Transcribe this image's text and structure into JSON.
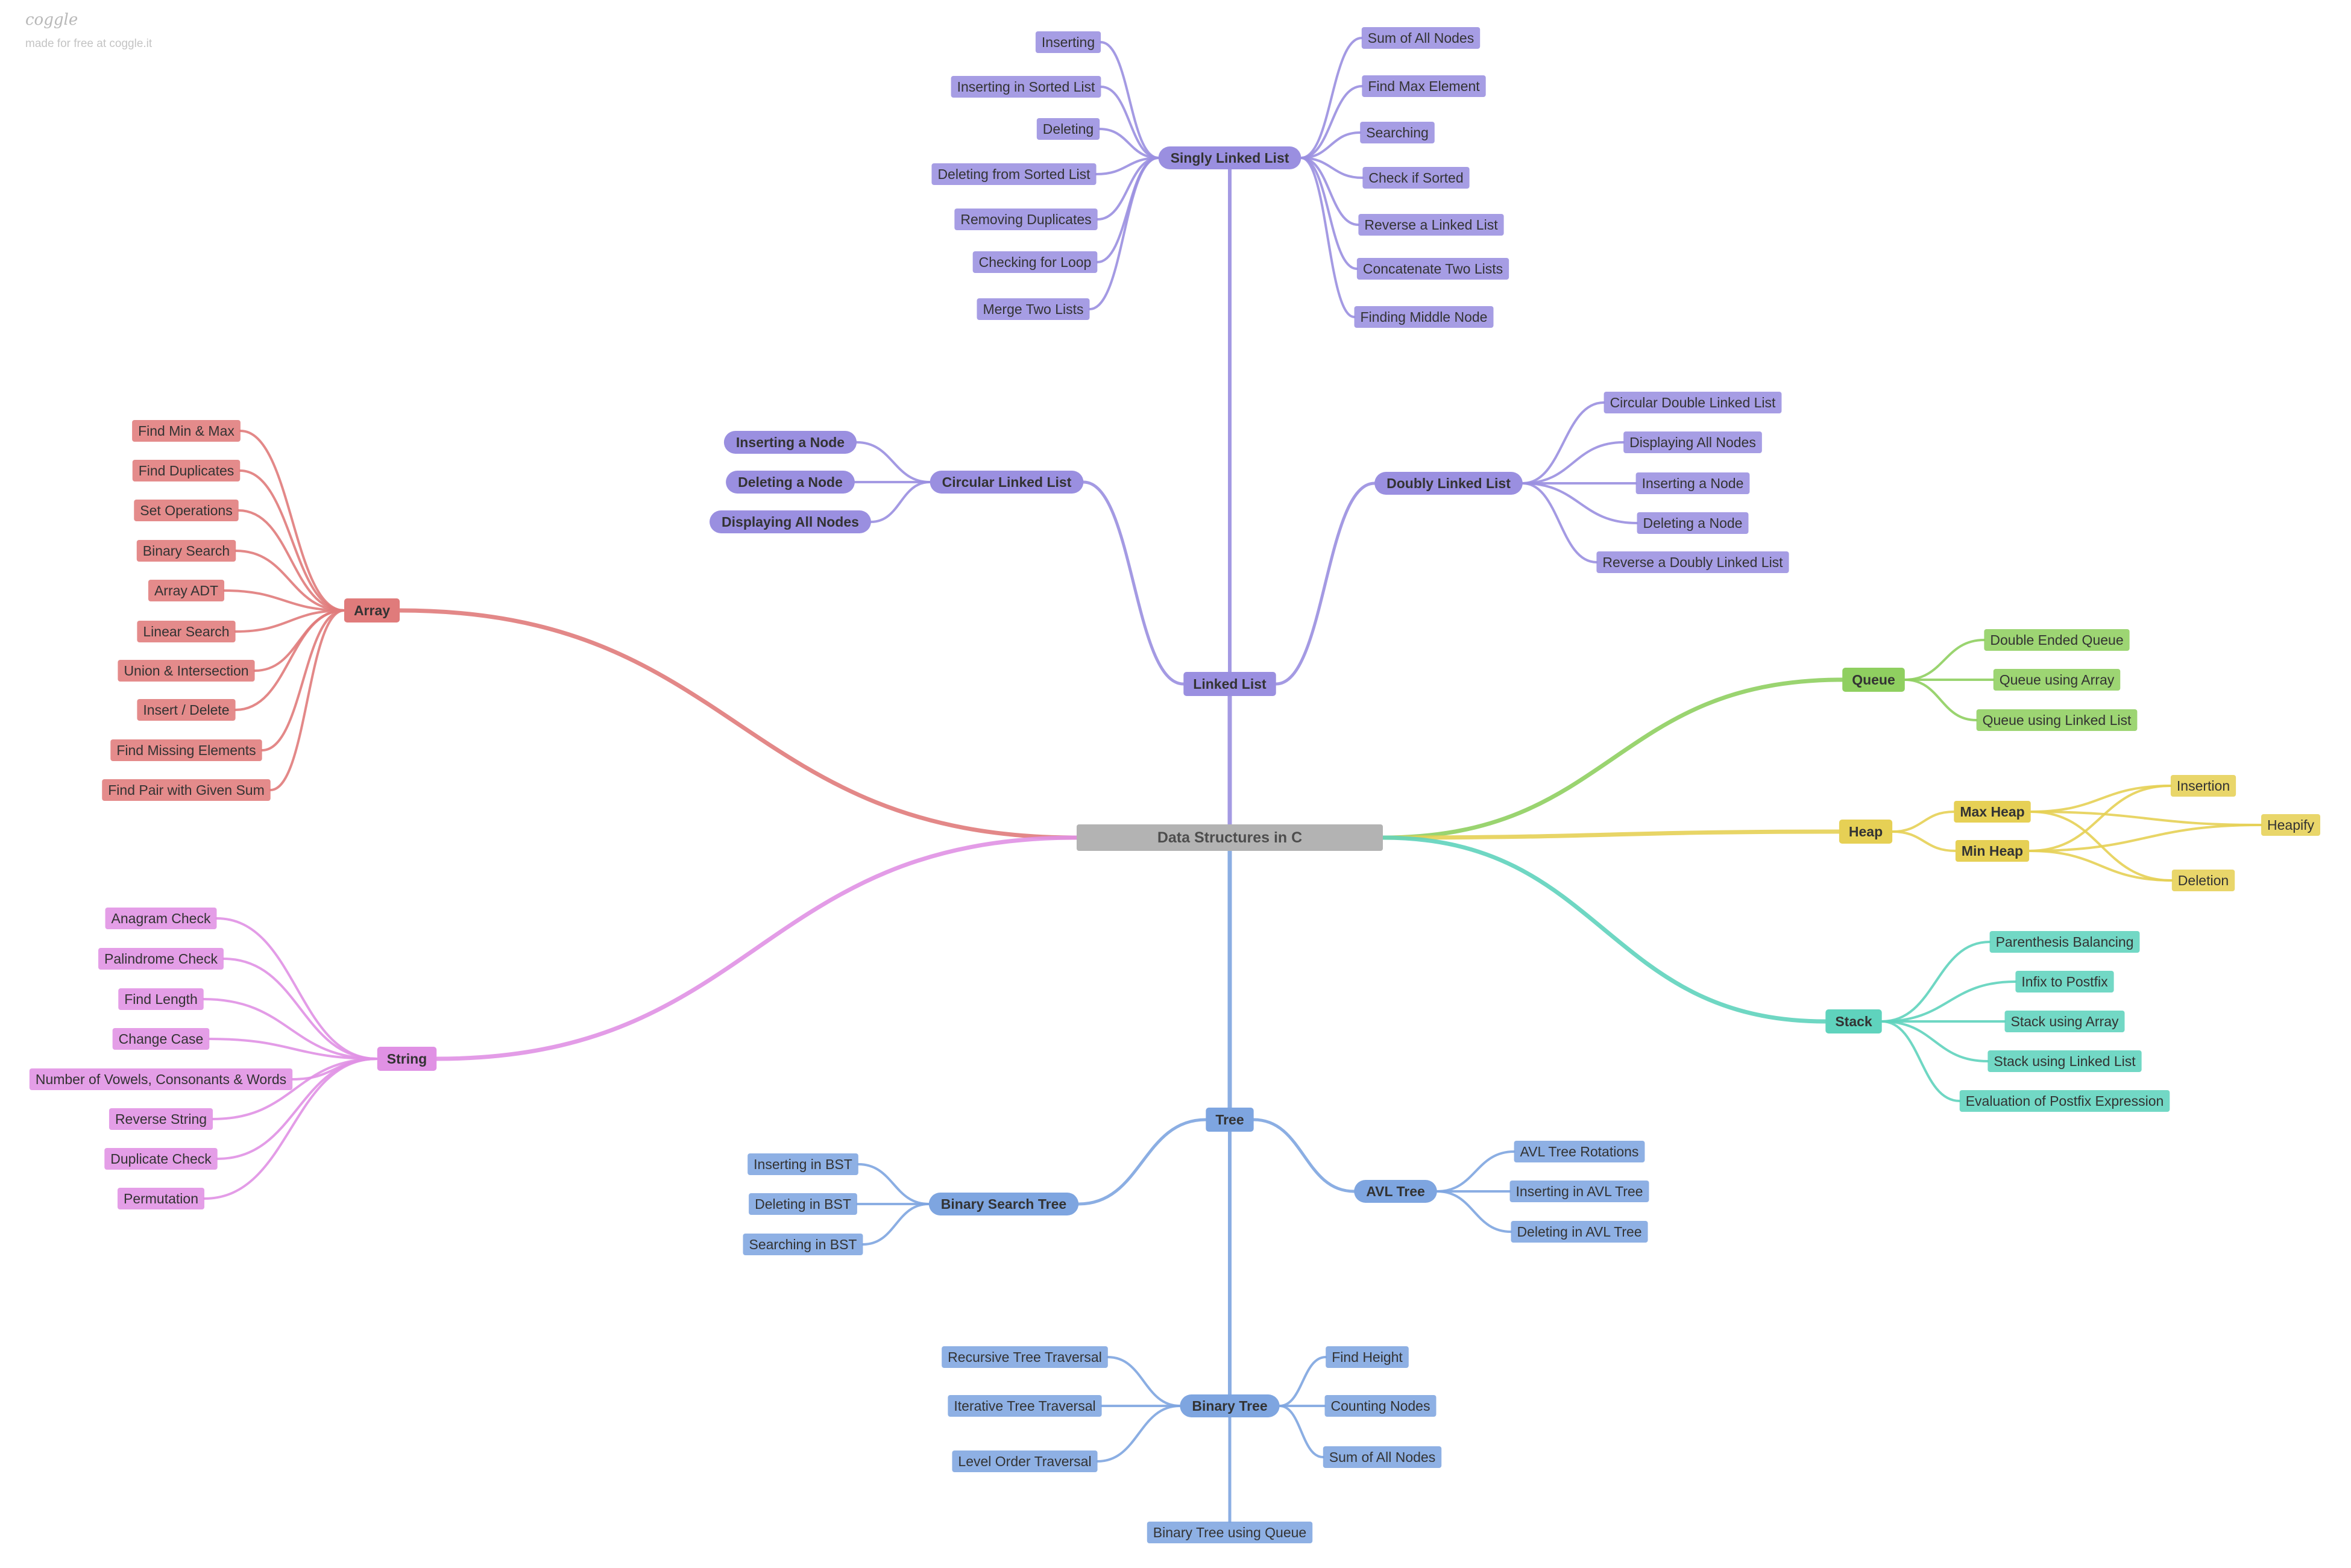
{
  "brand": {
    "logo": "coggle",
    "tagline": "made for free at coggle.it"
  },
  "center": {
    "label": "Data Structures in C"
  },
  "colors": {
    "array": "#e07b7b",
    "string": "#e091e4",
    "linked": "#9a8fe0",
    "tree": "#7ea5e0",
    "queue": "#8fcf60",
    "heap": "#e6d055",
    "stack": "#5fd3bd",
    "center": "#b3b3b3"
  },
  "nodes": [
    {
      "key": "ll",
      "label": "Linked List",
      "color": "linked"
    },
    {
      "key": "sll",
      "label": "Singly Linked List",
      "color": "linked"
    },
    {
      "key": "sll_l1",
      "label": "Inserting",
      "color": "linked"
    },
    {
      "key": "sll_l2",
      "label": "Inserting in Sorted List",
      "color": "linked"
    },
    {
      "key": "sll_l3",
      "label": "Deleting",
      "color": "linked"
    },
    {
      "key": "sll_l4",
      "label": "Deleting from Sorted List",
      "color": "linked"
    },
    {
      "key": "sll_l5",
      "label": "Removing Duplicates",
      "color": "linked"
    },
    {
      "key": "sll_l6",
      "label": "Checking for Loop",
      "color": "linked"
    },
    {
      "key": "sll_l7",
      "label": "Merge Two Lists",
      "color": "linked"
    },
    {
      "key": "sll_r1",
      "label": "Sum of All Nodes",
      "color": "linked"
    },
    {
      "key": "sll_r2",
      "label": "Find Max Element",
      "color": "linked"
    },
    {
      "key": "sll_r3",
      "label": "Searching",
      "color": "linked"
    },
    {
      "key": "sll_r4",
      "label": "Check if Sorted",
      "color": "linked"
    },
    {
      "key": "sll_r5",
      "label": "Reverse a Linked List",
      "color": "linked"
    },
    {
      "key": "sll_r6",
      "label": "Concatenate Two Lists",
      "color": "linked"
    },
    {
      "key": "sll_r7",
      "label": "Finding Middle Node",
      "color": "linked"
    },
    {
      "key": "cll",
      "label": "Circular Linked List",
      "color": "linked"
    },
    {
      "key": "cll_1",
      "label": "Inserting a Node",
      "color": "linked"
    },
    {
      "key": "cll_2",
      "label": "Deleting a Node",
      "color": "linked"
    },
    {
      "key": "cll_3",
      "label": "Displaying All Nodes",
      "color": "linked"
    },
    {
      "key": "dll",
      "label": "Doubly Linked List",
      "color": "linked"
    },
    {
      "key": "dll_1",
      "label": "Circular Double Linked List",
      "color": "linked"
    },
    {
      "key": "dll_2",
      "label": "Displaying All Nodes",
      "color": "linked"
    },
    {
      "key": "dll_3",
      "label": "Inserting a Node",
      "color": "linked"
    },
    {
      "key": "dll_4",
      "label": "Deleting a Node",
      "color": "linked"
    },
    {
      "key": "dll_5",
      "label": "Reverse a Doubly Linked List",
      "color": "linked"
    },
    {
      "key": "arr",
      "label": "Array",
      "color": "array"
    },
    {
      "key": "arr_1",
      "label": "Find Min & Max",
      "color": "array"
    },
    {
      "key": "arr_2",
      "label": "Find Duplicates",
      "color": "array"
    },
    {
      "key": "arr_3",
      "label": "Set Operations",
      "color": "array"
    },
    {
      "key": "arr_4",
      "label": "Binary Search",
      "color": "array"
    },
    {
      "key": "arr_5",
      "label": "Array ADT",
      "color": "array"
    },
    {
      "key": "arr_6",
      "label": "Linear Search",
      "color": "array"
    },
    {
      "key": "arr_7",
      "label": "Union & Intersection",
      "color": "array"
    },
    {
      "key": "arr_8",
      "label": "Insert / Delete",
      "color": "array"
    },
    {
      "key": "arr_9",
      "label": "Find Missing Elements",
      "color": "array"
    },
    {
      "key": "arr_10",
      "label": "Find Pair with Given Sum",
      "color": "array"
    },
    {
      "key": "str",
      "label": "String",
      "color": "string"
    },
    {
      "key": "str_1",
      "label": "Anagram Check",
      "color": "string"
    },
    {
      "key": "str_2",
      "label": "Palindrome Check",
      "color": "string"
    },
    {
      "key": "str_3",
      "label": "Find Length",
      "color": "string"
    },
    {
      "key": "str_4",
      "label": "Change Case",
      "color": "string"
    },
    {
      "key": "str_5",
      "label": "Number of Vowels, Consonants & Words",
      "color": "string"
    },
    {
      "key": "str_6",
      "label": "Reverse String",
      "color": "string"
    },
    {
      "key": "str_7",
      "label": "Duplicate Check",
      "color": "string"
    },
    {
      "key": "str_8",
      "label": "Permutation",
      "color": "string"
    },
    {
      "key": "que",
      "label": "Queue",
      "color": "queue"
    },
    {
      "key": "que_1",
      "label": "Double Ended Queue",
      "color": "queue"
    },
    {
      "key": "que_2",
      "label": "Queue using Array",
      "color": "queue"
    },
    {
      "key": "que_3",
      "label": "Queue using Linked List",
      "color": "queue"
    },
    {
      "key": "heap",
      "label": "Heap",
      "color": "heap"
    },
    {
      "key": "maxh",
      "label": "Max Heap",
      "color": "heap"
    },
    {
      "key": "minh",
      "label": "Min Heap",
      "color": "heap"
    },
    {
      "key": "ins",
      "label": "Insertion",
      "color": "heap"
    },
    {
      "key": "hfy",
      "label": "Heapify",
      "color": "heap"
    },
    {
      "key": "del",
      "label": "Deletion",
      "color": "heap"
    },
    {
      "key": "stk",
      "label": "Stack",
      "color": "stack"
    },
    {
      "key": "stk_1",
      "label": "Parenthesis Balancing",
      "color": "stack"
    },
    {
      "key": "stk_2",
      "label": "Infix to Postfix",
      "color": "stack"
    },
    {
      "key": "stk_3",
      "label": "Stack using Array",
      "color": "stack"
    },
    {
      "key": "stk_4",
      "label": "Stack using Linked List",
      "color": "stack"
    },
    {
      "key": "stk_5",
      "label": "Evaluation of Postfix Expression",
      "color": "stack"
    },
    {
      "key": "tree",
      "label": "Tree",
      "color": "tree"
    },
    {
      "key": "bst",
      "label": "Binary Search Tree",
      "color": "tree"
    },
    {
      "key": "bst_1",
      "label": "Inserting in BST",
      "color": "tree"
    },
    {
      "key": "bst_2",
      "label": "Deleting in BST",
      "color": "tree"
    },
    {
      "key": "bst_3",
      "label": "Searching in BST",
      "color": "tree"
    },
    {
      "key": "avl",
      "label": "AVL Tree",
      "color": "tree"
    },
    {
      "key": "avl_1",
      "label": "AVL Tree Rotations",
      "color": "tree"
    },
    {
      "key": "avl_2",
      "label": "Inserting in AVL Tree",
      "color": "tree"
    },
    {
      "key": "avl_3",
      "label": "Deleting in AVL Tree",
      "color": "tree"
    },
    {
      "key": "bt",
      "label": "Binary Tree",
      "color": "tree"
    },
    {
      "key": "bt_1",
      "label": "Recursive Tree Traversal",
      "color": "tree"
    },
    {
      "key": "bt_2",
      "label": "Iterative Tree Traversal",
      "color": "tree"
    },
    {
      "key": "bt_3",
      "label": "Level Order Traversal",
      "color": "tree"
    },
    {
      "key": "bt_4",
      "label": "Find Height",
      "color": "tree"
    },
    {
      "key": "bt_5",
      "label": "Counting Nodes",
      "color": "tree"
    },
    {
      "key": "bt_6",
      "label": "Sum of All Nodes",
      "color": "tree"
    },
    {
      "key": "bt_7",
      "label": "Binary Tree using Queue",
      "color": "tree"
    }
  ]
}
